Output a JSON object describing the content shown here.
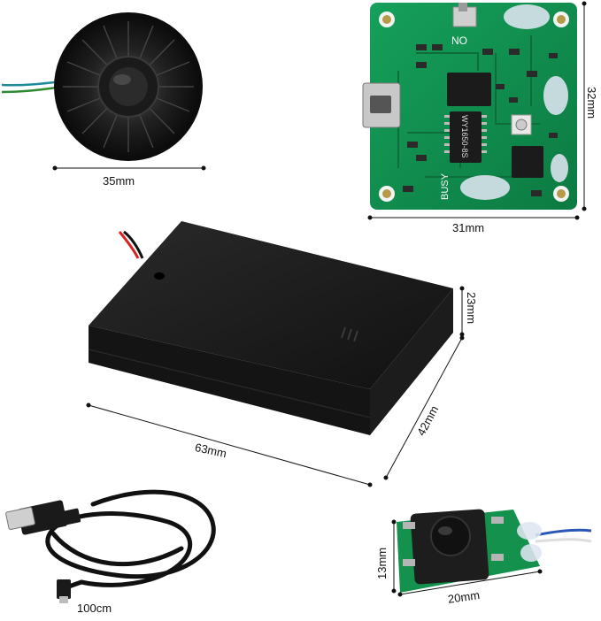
{
  "products": {
    "speaker": {
      "width": "35mm"
    },
    "board": {
      "width": "31mm",
      "height": "32mm",
      "labels": {
        "no": "NO",
        "busy": "BUSY",
        "chip": "WY1650-8S"
      }
    },
    "battery_box": {
      "length": "63mm",
      "width": "42mm",
      "height": "23mm"
    },
    "cable": {
      "length": "100cm"
    },
    "button": {
      "width": "20mm",
      "height": "13mm"
    }
  }
}
